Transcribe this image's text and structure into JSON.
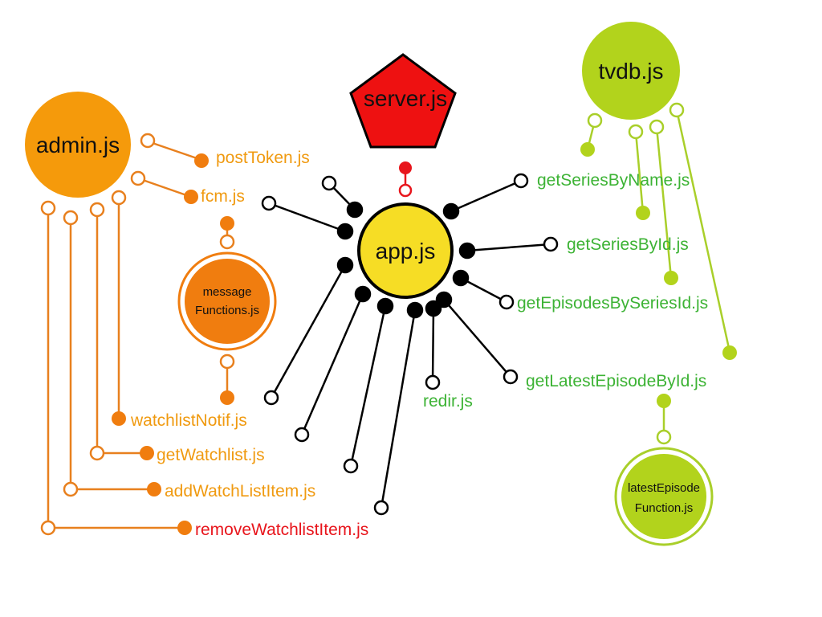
{
  "colors": {
    "orange_line": "#e8801e",
    "orange_fill": "#f59a0b",
    "orange_dark": "#f07d0f",
    "orange_text": "#f09a10",
    "green_line": "#a9cf2a",
    "green_fill": "#b2d31c",
    "green_text": "#3db335",
    "red": "#e8151c",
    "red_fill": "#ee1111",
    "yellow": "#f6dd25",
    "black": "#000000"
  },
  "nodes": {
    "server": "server.js",
    "app": "app.js",
    "admin": "admin.js",
    "tvdb": "tvdb.js",
    "message_functions": [
      "message",
      "Functions.js"
    ],
    "latest_episode_function": [
      "latestEpisode",
      "Function.js"
    ]
  },
  "labels": {
    "postToken": "postToken.js",
    "fcm": "fcm.js",
    "watchlistNotif": "watchlistNotif.js",
    "getWatchlist": "getWatchlist.js",
    "addWatchListItem": "addWatchListItem.js",
    "removeWatchlistItem": "removeWatchlistItem.js",
    "redir": "redir.js",
    "getSeriesByName": "getSeriesByName.js",
    "getSeriesById": "getSeriesById.js",
    "getEpisodesBySeriesId": "getEpisodesBySeriesId.js",
    "getLatestEpisodeById": "getLatestEpisodeById.js"
  }
}
